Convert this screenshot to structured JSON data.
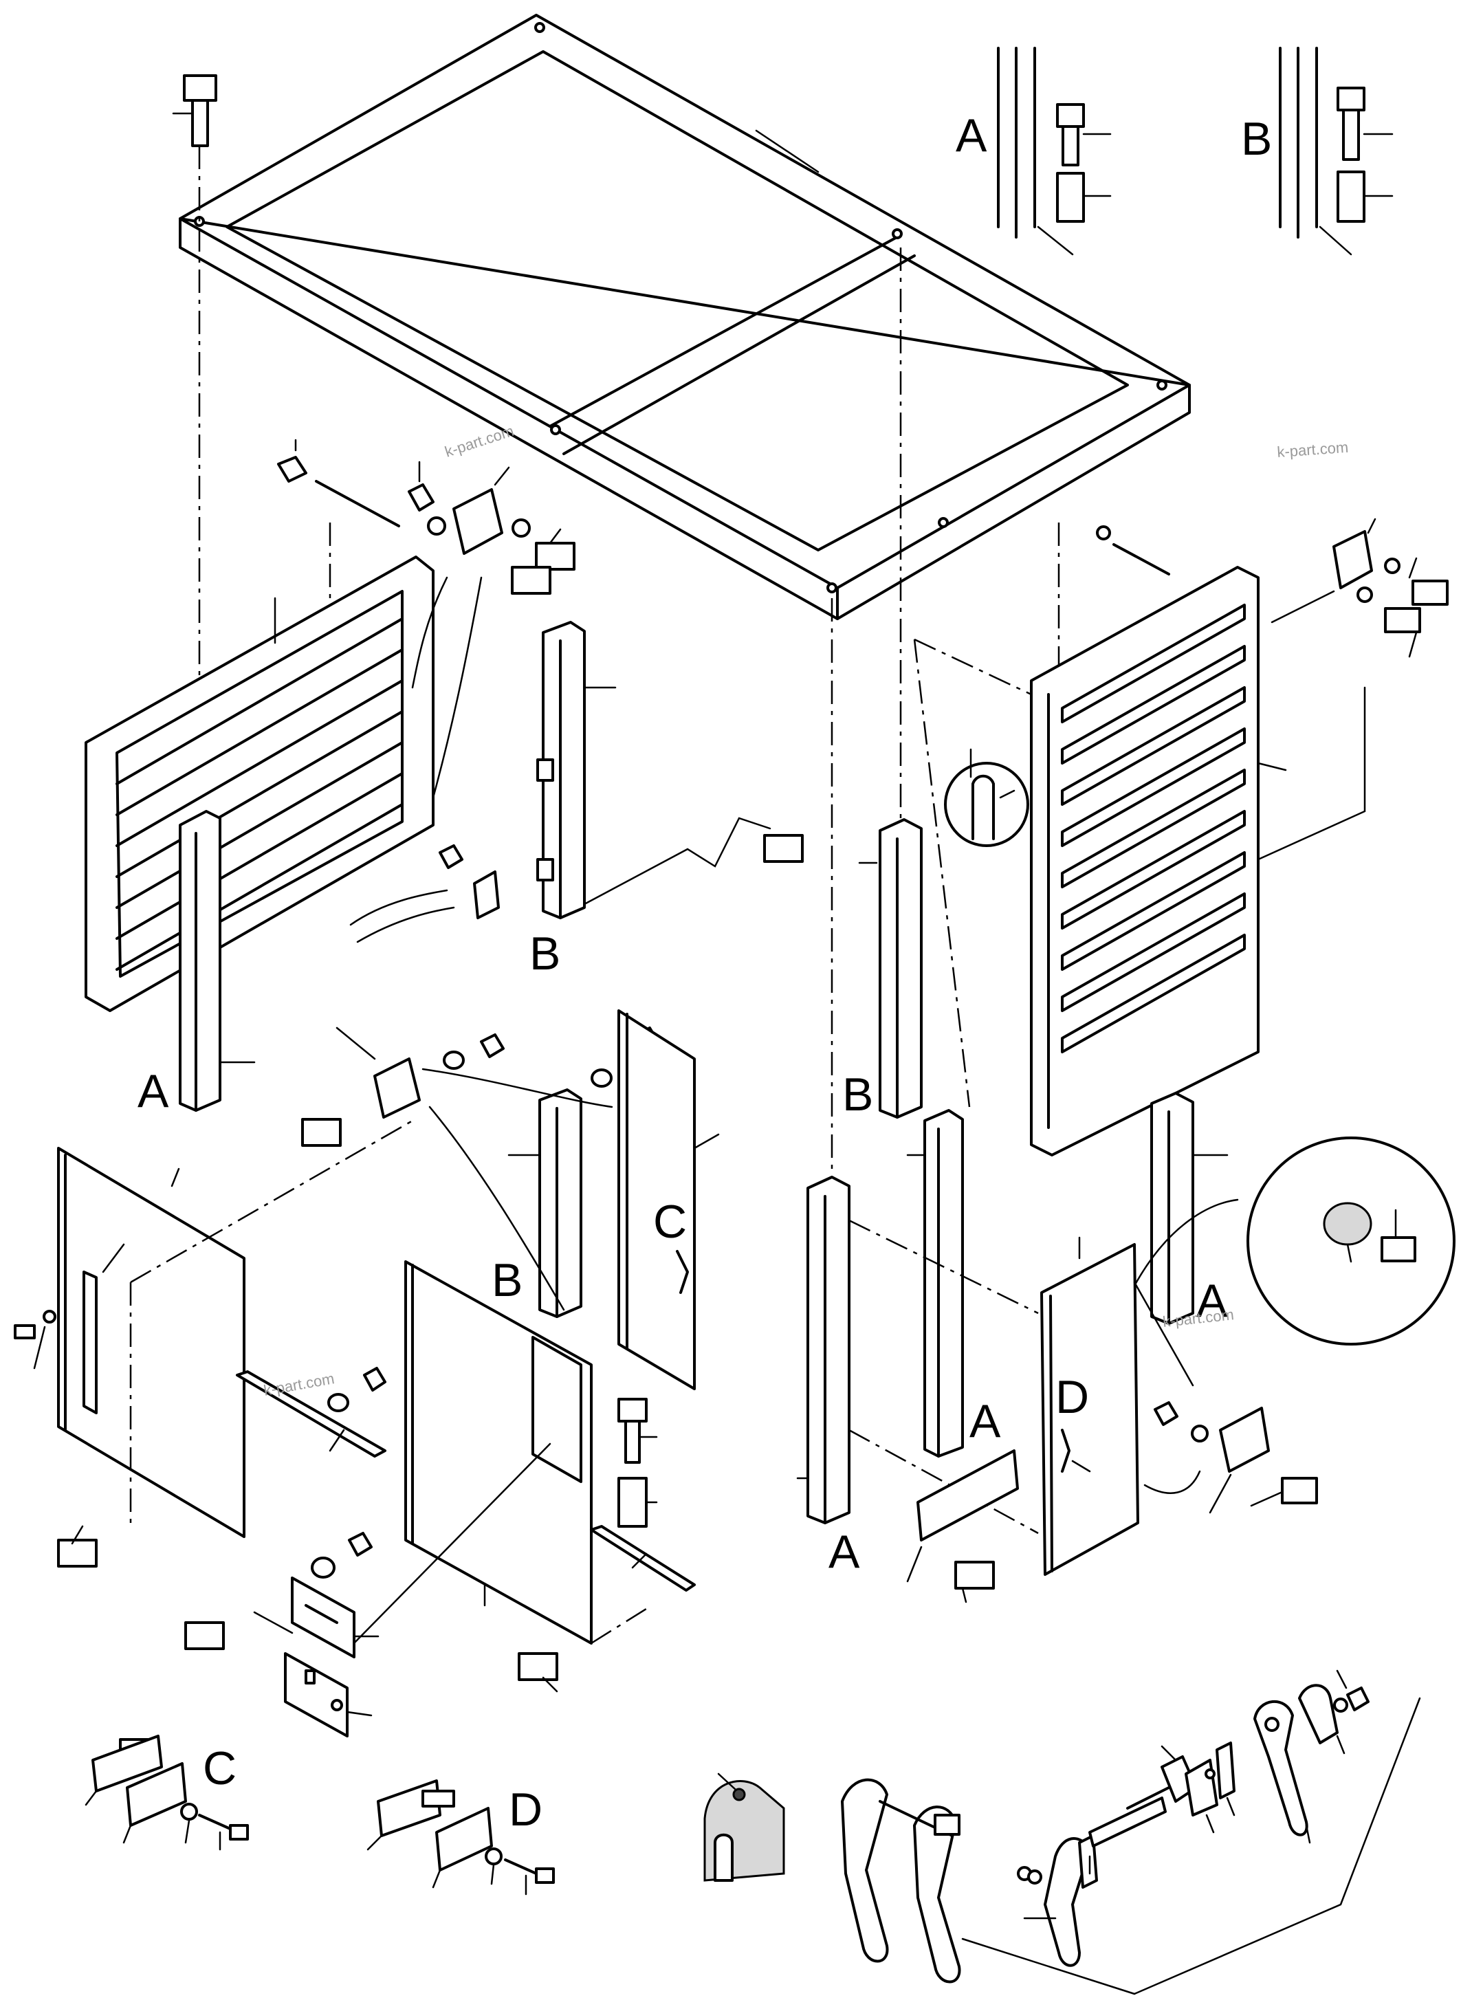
{
  "labels": {
    "a": "A",
    "b": "B",
    "c": "C",
    "d": "D"
  },
  "watermark": "k-part.com",
  "colors": {
    "line": "#000000",
    "background": "#ffffff",
    "gasket": "#cfcfcf"
  }
}
